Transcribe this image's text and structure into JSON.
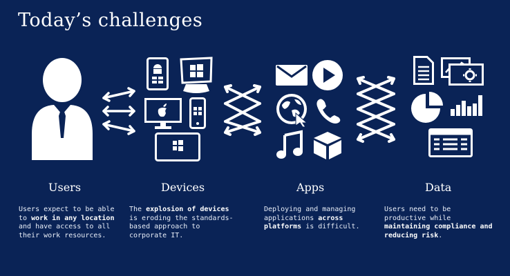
{
  "title": "Today’s challenges",
  "columns": [
    {
      "heading": "Users",
      "desc": [
        {
          "t": "Users expect to be able to ",
          "b": false
        },
        {
          "t": "work in any location",
          "b": true
        },
        {
          "t": " and have access to all their work resources.",
          "b": false
        }
      ],
      "icons": [
        "user-icon"
      ]
    },
    {
      "heading": "Devices",
      "desc": [
        {
          "t": "The ",
          "b": false
        },
        {
          "t": "explosion of devices",
          "b": true
        },
        {
          "t": " is eroding the standards-based approach to corporate IT.",
          "b": false
        }
      ],
      "icons": [
        "android-tablet-icon",
        "windows-laptop-icon",
        "apple-monitor-icon",
        "windows-phone-icon",
        "windows-tablet-icon"
      ]
    },
    {
      "heading": "Apps",
      "desc": [
        {
          "t": "Deploying and managing applications ",
          "b": false
        },
        {
          "t": "across platforms",
          "b": true
        },
        {
          "t": " is difficult.",
          "b": false
        }
      ],
      "icons": [
        "mail-icon",
        "play-icon",
        "globe-icon",
        "phone-icon",
        "music-icon",
        "box-icon"
      ]
    },
    {
      "heading": "Data",
      "desc": [
        {
          "t": "Users need to be productive while ",
          "b": false
        },
        {
          "t": "maintaining compliance and reducing risk",
          "b": true
        },
        {
          "t": ".",
          "b": false
        }
      ],
      "icons": [
        "document-icon",
        "dashboard-icon",
        "pie-chart-icon",
        "bar-chart-icon",
        "table-icon"
      ]
    }
  ],
  "colors": {
    "background": "#0a2356",
    "foreground": "#ffffff"
  }
}
